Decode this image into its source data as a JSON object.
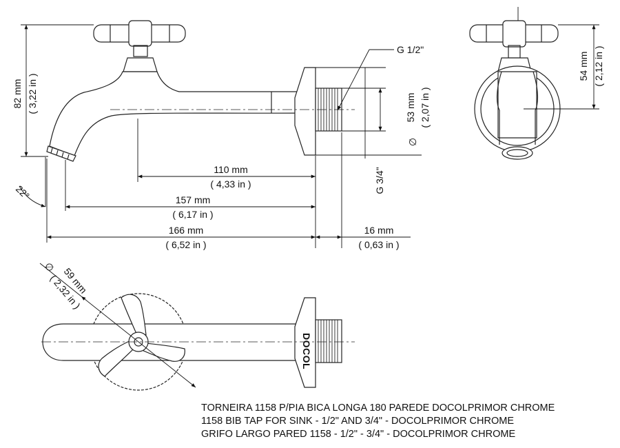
{
  "dimensions": {
    "height_total": {
      "mm": "82 mm",
      "in": "( 3,22 in )"
    },
    "wall_to_bend": {
      "mm": "110 mm",
      "in": "( 4,33 in )"
    },
    "aerator_to_wall": {
      "mm": "157 mm",
      "in": "( 6,17 in )"
    },
    "overall_length": {
      "mm": "166 mm",
      "in": "( 6,52 in )"
    },
    "thread_length": {
      "mm": "16 mm",
      "in": "( 0,63 in )"
    },
    "flange_diameter": {
      "mm": "53 mm",
      "in": "( 2,07 in )"
    },
    "handle_height": {
      "mm": "54 mm",
      "in": "( 2,12 in )"
    },
    "handle_diameter": {
      "mm": "59 mm",
      "in": "( 2,32 in )"
    },
    "angle": "22°",
    "diameter_symbol": "∅"
  },
  "threads": {
    "half_inch": "G 1/2\"",
    "three_quarter_inch": "G 3/4\""
  },
  "caption": {
    "line1": "TORNEIRA 1158 P/PIA BICA LONGA 180 PAREDE  DOCOLPRIMOR CHROME",
    "line2": "1158 BIB TAP FOR SINK - 1/2\" AND 3/4\" - DOCOLPRIMOR CHROME",
    "line3": "GRIFO LARGO PARED 1158 - 1/2\" - 3/4\" - DOCOLPRIMOR CHROME"
  },
  "brand_mark": "DOCOL"
}
